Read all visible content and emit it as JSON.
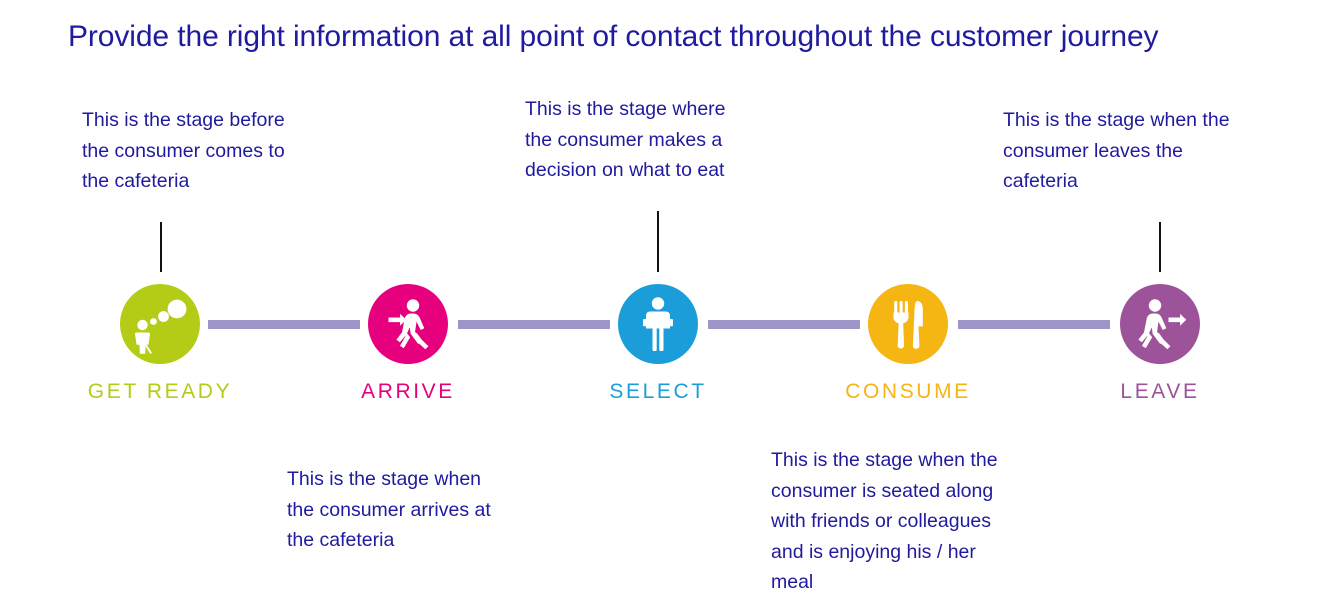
{
  "title": "Provide the right information at all point of contact throughout the customer journey",
  "theme": {
    "title_color": "#1f1a9e",
    "annotation_color": "#1f1a9e",
    "connector_color": "#9e96c8",
    "leader_line_color": "#111111",
    "background": "#ffffff"
  },
  "stages": [
    {
      "id": "get-ready",
      "label": "GET READY",
      "color": "#b5cc16",
      "icon": "person-thinking-icon",
      "annotation": "This is the stage before the consumer comes to the cafeteria",
      "annotation_lines": [
        "This is the stage before",
        "the consumer comes to",
        "the cafeteria"
      ],
      "annotation_position": "above"
    },
    {
      "id": "arrive",
      "label": "ARRIVE",
      "color": "#e6007e",
      "icon": "person-walking-in-icon",
      "annotation": "This is the stage when the consumer arrives at the cafeteria",
      "annotation_lines": [
        "This is the stage when",
        "the consumer arrives at",
        "the cafeteria"
      ],
      "annotation_position": "below"
    },
    {
      "id": "select",
      "label": "SELECT",
      "color": "#1b9dd9",
      "icon": "person-with-tray-icon",
      "annotation": "This is the stage where the consumer makes a decision on what to eat",
      "annotation_lines": [
        "This is the stage where",
        "the consumer makes a",
        "decision on what to eat"
      ],
      "annotation_position": "above"
    },
    {
      "id": "consume",
      "label": "CONSUME",
      "color": "#f5b513",
      "icon": "fork-and-knife-icon",
      "annotation": "This is the stage when the consumer is seated along with friends or colleagues and is enjoying his / her meal",
      "annotation_lines": [
        "This is the stage when the",
        "consumer is seated along",
        "with friends or colleagues",
        "and is enjoying his / her",
        "meal"
      ],
      "annotation_position": "below"
    },
    {
      "id": "leave",
      "label": "LEAVE",
      "color": "#9c5399",
      "icon": "person-walking-out-icon",
      "annotation": "This is the stage when the consumer leaves the cafeteria",
      "annotation_lines": [
        "This is the stage when the",
        "consumer leaves the",
        "cafeteria"
      ],
      "annotation_position": "above"
    }
  ]
}
